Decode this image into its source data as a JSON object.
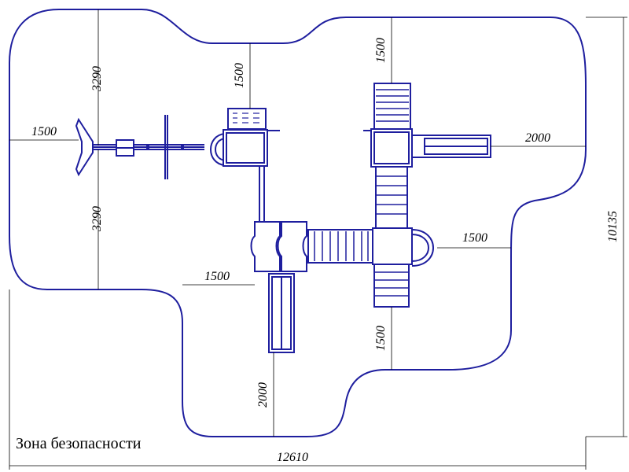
{
  "zone_label": "Зона безопасности",
  "dimensions": {
    "swing_top": "3290",
    "swing_bottom": "3290",
    "left_clearance": "1500",
    "tower_top": "1500",
    "right_tower_top": "1500",
    "slide_right": "2000",
    "right_side": "1500",
    "total_height": "10135",
    "left_mid": "1500",
    "bottom_mid": "1500",
    "slide_bottom": "2000",
    "total_width": "12610"
  },
  "colors": {
    "equipment": "#1e1e9e",
    "zone_outline": "#1e1e9e",
    "dimension_lines": "#000000"
  }
}
